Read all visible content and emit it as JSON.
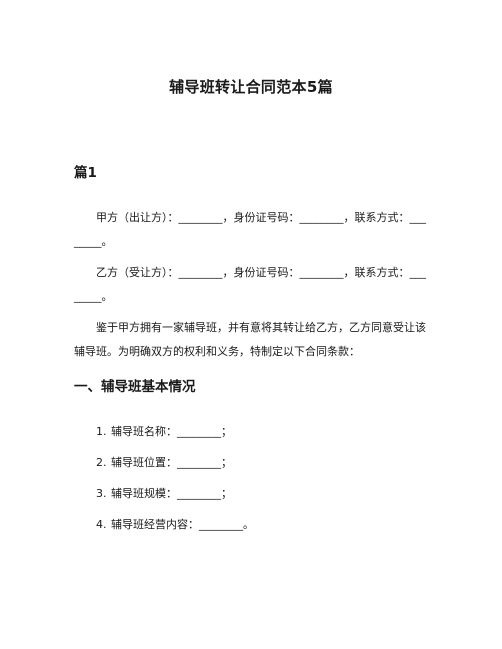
{
  "document": {
    "title": "辅导班转让合同范本5篇",
    "section1_heading": "篇1",
    "party_a": "甲方（出让方）：________，身份证号码：________，联系方式：________。",
    "party_b": "乙方（受让方）：________，身份证号码：________，联系方式：________。",
    "preamble": "鉴于甲方拥有一家辅导班，并有意将其转让给乙方，乙方同意受让该辅导班。为明确双方的权利和义务，特制定以下合同条款：",
    "clause1_heading": "一、辅导班基本情况",
    "clause1_items": [
      {
        "num": "1.",
        "text": "辅导班名称：________；"
      },
      {
        "num": "2.",
        "text": "辅导班位置：________；"
      },
      {
        "num": "3.",
        "text": "辅导班规模：________；"
      },
      {
        "num": "4.",
        "text": "辅导班经营内容：________。"
      }
    ]
  }
}
